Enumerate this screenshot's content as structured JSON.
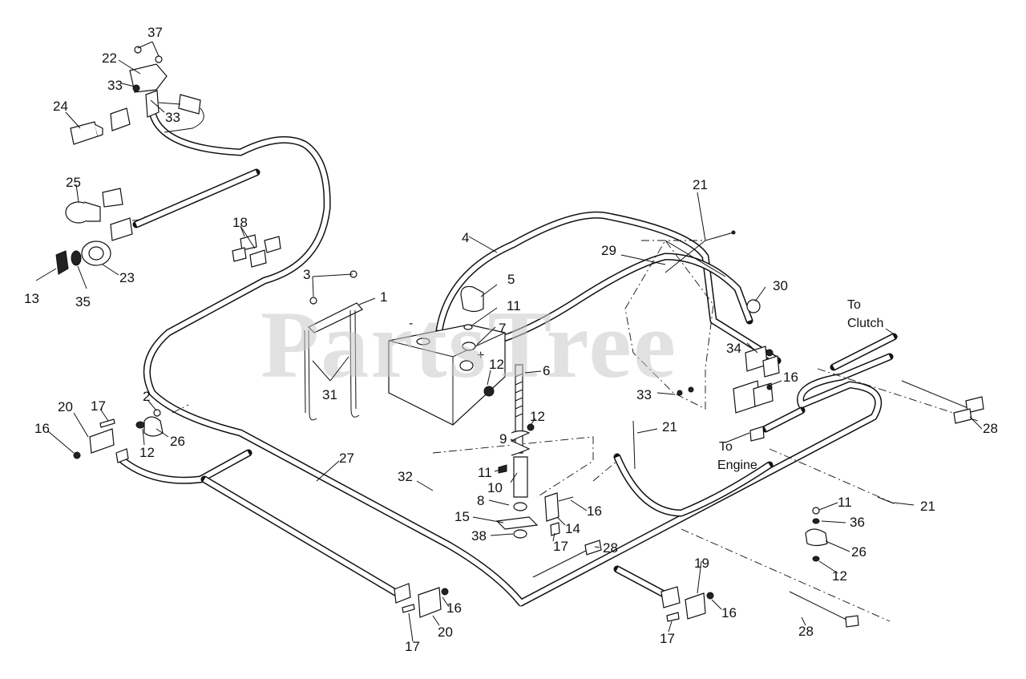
{
  "watermark": "PartsTree",
  "notes": {
    "to_clutch_line1": "To",
    "to_clutch_line2": "Clutch",
    "to_engine_line1": "To",
    "to_engine_line2": "Engine"
  },
  "callouts": {
    "c37": "37",
    "c22": "22",
    "c33a": "33",
    "c33b": "33",
    "c24": "24",
    "c25": "25",
    "c23": "23",
    "c13": "13",
    "c35": "35",
    "c18": "18",
    "c3": "3",
    "c1": "1",
    "c31": "31",
    "c2": "2",
    "c17a": "17",
    "c20a": "20",
    "c16a": "16",
    "c12a": "12",
    "c26a": "26",
    "c27": "27",
    "c4": "4",
    "c5": "5",
    "c11a": "11",
    "c7": "7",
    "c12b": "12",
    "c6": "6",
    "c12c": "12",
    "c9": "9",
    "c11b": "11",
    "c10": "10",
    "c32": "32",
    "c8": "8",
    "c15": "15",
    "c38": "38",
    "c16b": "16",
    "c14": "14",
    "c17b": "17",
    "c28a": "28",
    "c21a": "21",
    "c29": "29",
    "c30": "30",
    "c34": "34",
    "c16c": "16",
    "c33c": "33",
    "c21b": "21",
    "c28b": "28",
    "c11c": "11",
    "c36": "36",
    "c26b": "26",
    "c12d": "12",
    "c21c": "21",
    "c19": "19",
    "c16d": "16",
    "c17c": "17",
    "c28c": "28",
    "c16e": "16",
    "c20b": "20",
    "c17d": "17"
  }
}
